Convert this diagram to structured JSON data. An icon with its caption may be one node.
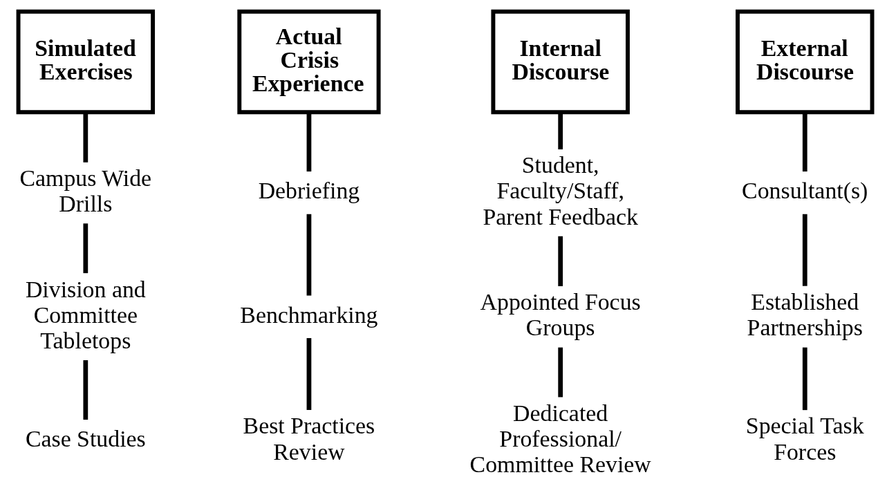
{
  "diagram": {
    "nodes": [
      {
        "text": [
          "Simulated Exercises"
        ]
      },
      {
        "text": [
          "Campus Wide Drills"
        ]
      },
      {
        "text": [
          "Division and Committee Tabletops"
        ]
      },
      {
        "text": [
          "Case Studies"
        ]
      },
      {
        "text": [
          "Actual Crisis Experience"
        ]
      },
      {
        "text": [
          "Debriefing"
        ]
      },
      {
        "text": [
          "Benchmarking"
        ]
      },
      {
        "text": [
          "Best Practices Review"
        ]
      },
      {
        "text": [
          "Internal Discourse"
        ]
      },
      {
        "text": [
          "Student, Faculty/Staff, Parent Feedback"
        ]
      },
      {
        "text": [
          "Appointed Focus Groups"
        ]
      },
      {
        "text": [
          "Dedicated Professional/ Committee Review"
        ]
      },
      {
        "text": [
          "External Discourse"
        ]
      },
      {
        "text": [
          "Consultant(s)"
        ]
      },
      {
        "text": [
          "Established Partnerships"
        ]
      },
      {
        "text": [
          "Special Task Forces"
        ]
      }
    ],
    "edges": [
      {
        "from": 0,
        "to": 1,
        "arrow": "none"
      },
      {
        "from": 1,
        "to": 2,
        "arrow": "none"
      },
      {
        "from": 2,
        "to": 3,
        "arrow": "none"
      },
      {
        "from": 4,
        "to": 5,
        "arrow": "none"
      },
      {
        "from": 5,
        "to": 6,
        "arrow": "none"
      },
      {
        "from": 6,
        "to": 7,
        "arrow": "none"
      },
      {
        "from": 8,
        "to": 9,
        "arrow": "none"
      },
      {
        "from": 9,
        "to": 10,
        "arrow": "none"
      },
      {
        "from": 10,
        "to": 11,
        "arrow": "none"
      },
      {
        "from": 12,
        "to": 13,
        "arrow": "none"
      },
      {
        "from": 13,
        "to": 14,
        "arrow": "none"
      },
      {
        "from": 14,
        "to": 15,
        "arrow": "none"
      }
    ]
  }
}
